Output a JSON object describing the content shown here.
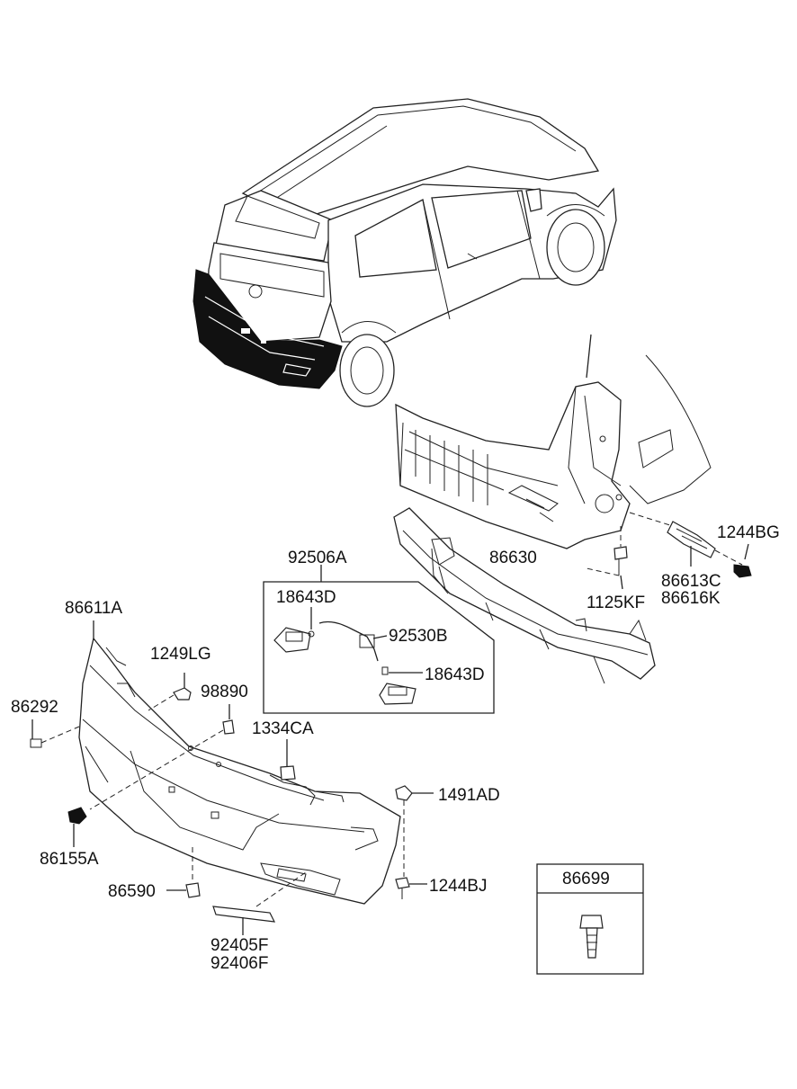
{
  "labels": {
    "p92506A": "92506A",
    "p18643D_a": "18643D",
    "p92530B": "92530B",
    "p18643D_b": "18643D",
    "p86630": "86630",
    "p1244BG": "1244BG",
    "p86613C": "86613C",
    "p86616K": "86616K",
    "p1125KF": "1125KF",
    "p86611A": "86611A",
    "p1249LG": "1249LG",
    "p98890": "98890",
    "p86292": "86292",
    "p1334CA": "1334CA",
    "p1491AD": "1491AD",
    "p86155A": "86155A",
    "p1244BJ": "1244BJ",
    "p86590": "86590",
    "p92405F": "92405F",
    "p92406F": "92406F",
    "p86699": "86699"
  },
  "colors": {
    "line": "#222222",
    "highlight": "#111111",
    "background": "#ffffff"
  }
}
